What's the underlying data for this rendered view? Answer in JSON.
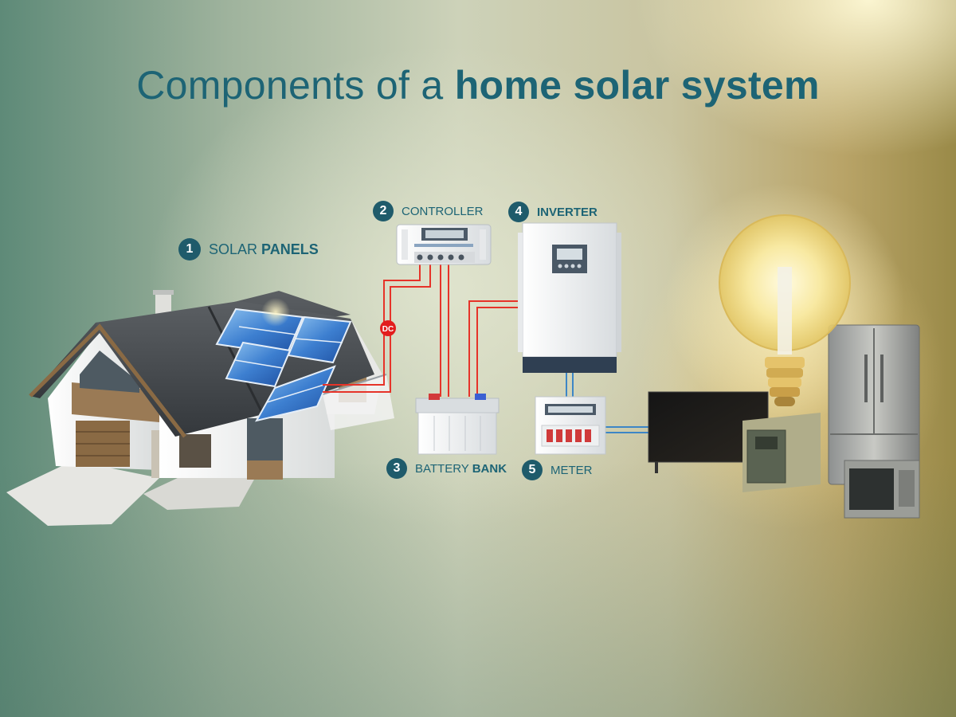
{
  "title": {
    "light": "Components of a",
    "bold": "home solar system"
  },
  "components": [
    {
      "number": "1",
      "text_light": "SOLAR",
      "text_bold": "PANELS"
    },
    {
      "number": "2",
      "text_light": "CONTROLLER",
      "text_bold": ""
    },
    {
      "number": "3",
      "text_light": "BATTERY",
      "text_bold": "BANK"
    },
    {
      "number": "4",
      "text_light": "",
      "text_bold": "INVERTER"
    },
    {
      "number": "5",
      "text_light": "METER",
      "text_bold": ""
    }
  ],
  "dc_tag": "DC",
  "colors": {
    "title": "#1d6475",
    "badge": "#1f5b6b",
    "dc_wire": "#e63329",
    "ac_wire": "#3d86c6"
  }
}
